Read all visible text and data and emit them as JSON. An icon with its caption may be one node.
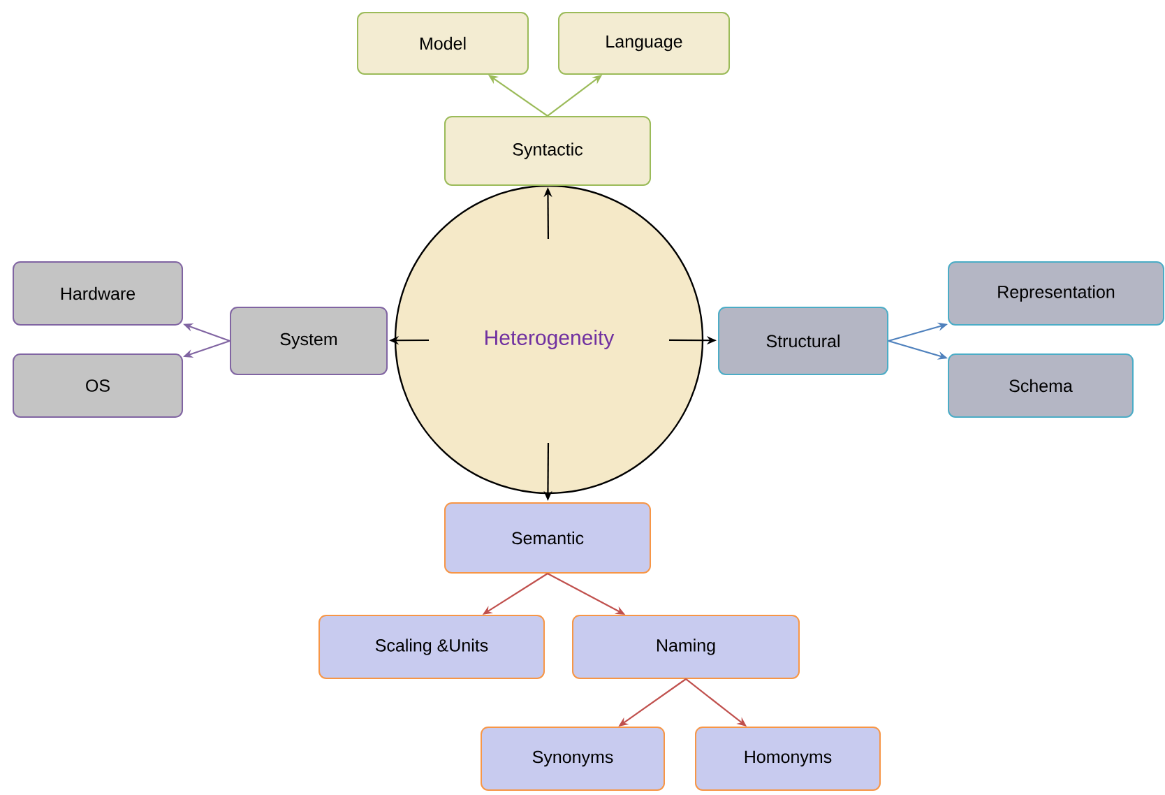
{
  "diagram": {
    "nodes": [
      {
        "text": [
          "Heterogeneity"
        ]
      },
      {
        "text": [
          "Model"
        ]
      },
      {
        "text": [
          "Language"
        ]
      },
      {
        "text": [
          "Syntactic"
        ]
      },
      {
        "text": [
          "System"
        ]
      },
      {
        "text": [
          "Hardware"
        ]
      },
      {
        "text": [
          "OS"
        ]
      },
      {
        "text": [
          "Structural"
        ]
      },
      {
        "text": [
          "Representation"
        ]
      },
      {
        "text": [
          "Schema"
        ]
      },
      {
        "text": [
          "Semantic"
        ]
      },
      {
        "text": [
          "Scaling &Units"
        ]
      },
      {
        "text": [
          "Naming"
        ]
      },
      {
        "text": [
          "Synonyms"
        ]
      },
      {
        "text": [
          "Homonyms"
        ]
      }
    ],
    "edges": [
      {
        "from": 0,
        "to": 3,
        "arrow": "to"
      },
      {
        "from": 0,
        "to": 4,
        "arrow": "to"
      },
      {
        "from": 0,
        "to": 7,
        "arrow": "to"
      },
      {
        "from": 0,
        "to": 10,
        "arrow": "to"
      },
      {
        "from": 3,
        "to": 1,
        "arrow": "to",
        "color": "#9bbb59"
      },
      {
        "from": 3,
        "to": 2,
        "arrow": "to",
        "color": "#9bbb59"
      },
      {
        "from": 4,
        "to": 5,
        "arrow": "to",
        "color": "#8064a2"
      },
      {
        "from": 4,
        "to": 6,
        "arrow": "to",
        "color": "#8064a2"
      },
      {
        "from": 7,
        "to": 8,
        "arrow": "to",
        "color": "#4f81bd"
      },
      {
        "from": 7,
        "to": 9,
        "arrow": "to",
        "color": "#4f81bd"
      },
      {
        "from": 10,
        "to": 11,
        "arrow": "to",
        "color": "#c0504d"
      },
      {
        "from": 10,
        "to": 12,
        "arrow": "to",
        "color": "#c0504d"
      },
      {
        "from": 12,
        "to": 13,
        "arrow": "to",
        "color": "#c0504d"
      },
      {
        "from": 12,
        "to": 14,
        "arrow": "to",
        "color": "#c0504d"
      }
    ]
  }
}
